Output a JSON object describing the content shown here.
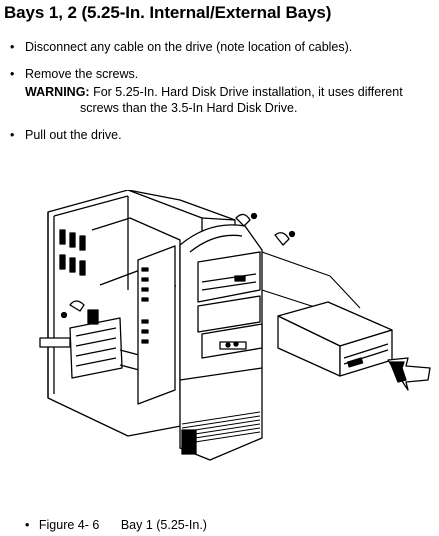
{
  "heading": "Bays 1, 2 (5.25-In. Internal/External Bays)",
  "steps": [
    "Disconnect any cable on the drive (note location of cables).",
    "Remove  the screws.",
    "Pull out the drive."
  ],
  "warning": {
    "label": "WARNING:",
    "text_line1": "For 5.25-In. Hard Disk Drive installation, it uses different",
    "text_line2": "screws than the 3.5-In Hard Disk Drive."
  },
  "bullet_glyph": "•",
  "figure": {
    "number": "Figure 4- 6",
    "title": "Bay 1 (5.25-In.)"
  }
}
